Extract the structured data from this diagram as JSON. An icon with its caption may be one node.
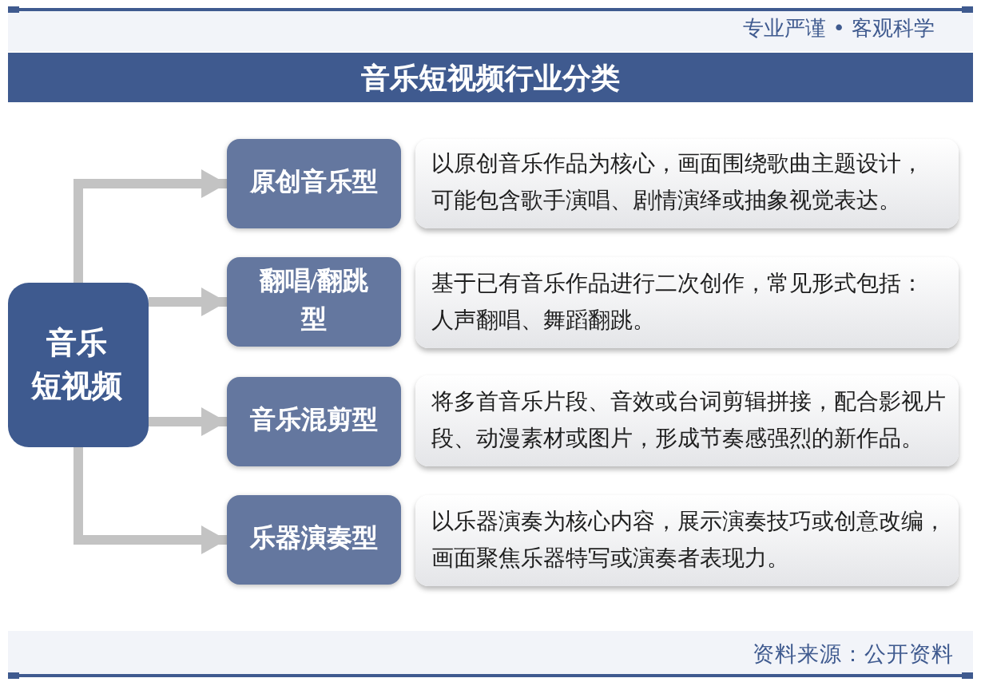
{
  "diagram": {
    "title": "音乐短视频行业分类",
    "nodes": [
      {
        "text": [
          "音乐短视频"
        ]
      },
      {
        "text": [
          "原创音乐型"
        ]
      },
      {
        "text": [
          "以原创音乐作品为核心，画面围绕歌曲主题设计，可能包含歌手演唱、剧情演绎或抽象视觉表达。"
        ]
      },
      {
        "text": [
          "翻唱/翻跳型"
        ]
      },
      {
        "text": [
          "基于已有音乐作品进行二次创作，常见形式包括：人声翻唱、舞蹈翻跳。"
        ]
      },
      {
        "text": [
          "音乐混剪型"
        ]
      },
      {
        "text": [
          "将多首音乐片段、音效或台词剪辑拼接，配合影视片段、动漫素材或图片，形成节奏感强烈的新作品。"
        ]
      },
      {
        "text": [
          "乐器演奏型"
        ]
      },
      {
        "text": [
          "以乐器演奏为核心内容，展示演奏技巧或创意改编，画面聚焦乐器特写或演奏者表现力。"
        ]
      }
    ],
    "edges": [
      {
        "from": 0,
        "to": 1,
        "arrow": "to"
      },
      {
        "from": 0,
        "to": 3,
        "arrow": "to"
      },
      {
        "from": 0,
        "to": 5,
        "arrow": "to"
      },
      {
        "from": 0,
        "to": 7,
        "arrow": "to"
      }
    ],
    "labels": [
      "专业严谨 • 客观科学",
      "资料来源：公开资料"
    ]
  }
}
